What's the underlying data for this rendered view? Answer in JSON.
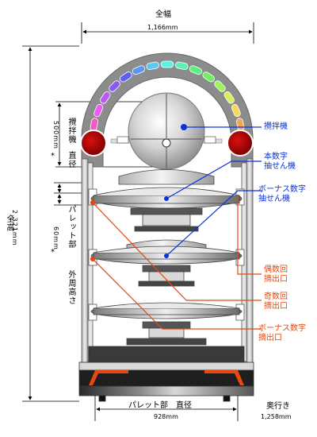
{
  "dims": {
    "width_title": "全幅",
    "width_value": "1,166mm",
    "height_title": "全高",
    "height_value": "2,321mm",
    "mixer_title_1": "攪拌機",
    "mixer_title_2": "直径",
    "mixer_value": "500mm",
    "pallet_title_1": "パレット部",
    "pallet_title_2": "外周高さ",
    "pallet_value": "60mm",
    "asterisk": "*",
    "base_title": "パレット部　直径",
    "base_value": "928mm",
    "depth_title": "奥行き",
    "depth_value": "1,258mm"
  },
  "callouts": {
    "mixer": "攪拌機",
    "main_1": "本数字",
    "main_2": "抽せん機",
    "bonus_1": "ボーナス数字",
    "bonus_2": "抽せん機",
    "even_1": "偶数回",
    "even_2": "摘出口",
    "odd_1": "奇数回",
    "odd_2": "摘出口",
    "bonus_out_1": "ボーナス数字",
    "bonus_out_2": "摘出口"
  },
  "colors": {
    "callout_blue": "#0a32d8",
    "callout_orange": "#e8480f",
    "arch_gray": "#8c8c8c",
    "ball_red": "#b00000"
  },
  "icons": {
    "mixer_ball": "glass-sphere",
    "side_lamps": "red-circle"
  }
}
